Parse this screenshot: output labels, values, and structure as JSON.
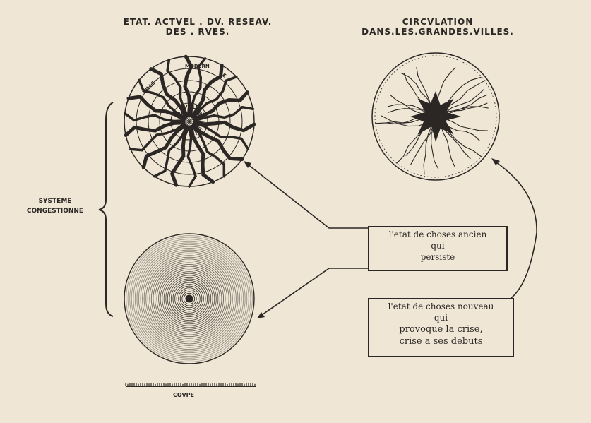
{
  "titles": {
    "left_line1": "ETAT. ACTVEL . DV. RESEAV.",
    "left_line2": "DES . RVES.",
    "right_line1": "CIRCVLATION",
    "right_line2": "DANS.LES.GRANDES.VILLES."
  },
  "side_label": {
    "line1": "SYSTEME",
    "line2": "CONGESTIONNE"
  },
  "circle_labels": {
    "outer": "VILLE MODERNE",
    "inner_line1": "VILLE",
    "inner_line2": "ANCIENNE"
  },
  "box_old": {
    "line1": "l'etat de choses ancien",
    "line2": "qui",
    "line3": "persiste"
  },
  "box_new": {
    "line1": "l'etat de choses nouveau",
    "line2": "qui",
    "line3": "provoque la crise,",
    "line4": "crise a ses debuts"
  },
  "section_label": "COVPE",
  "colors": {
    "paper": "#efe6d5",
    "ink": "#2b2724"
  }
}
